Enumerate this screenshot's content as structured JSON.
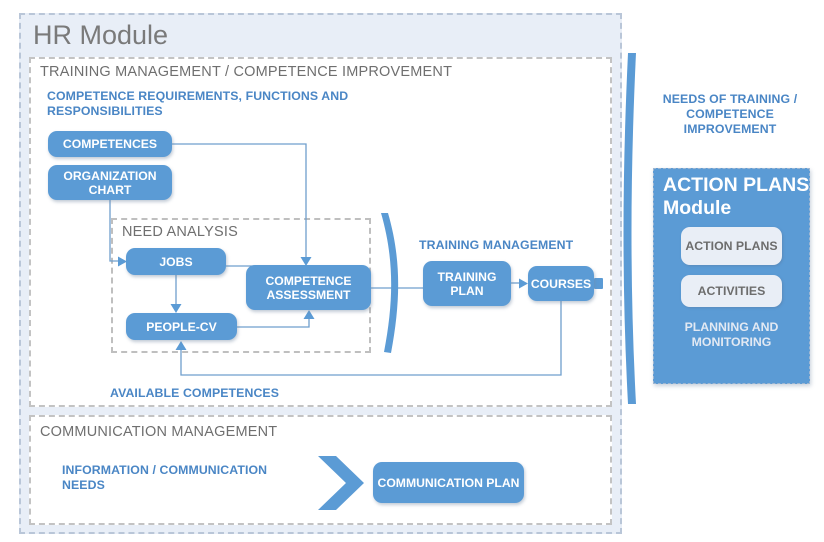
{
  "diagram": {
    "title": "HR Module",
    "panels": {
      "training": "TRAINING MANAGEMENT / COMPETENCE IMPROVEMENT",
      "communication": "COMMUNICATION MANAGEMENT",
      "need_analysis": "NEED ANALYSIS"
    },
    "captions": {
      "requirements": "COMPETENCE REQUIREMENTS, FUNCTIONS AND RESPONSIBILITIES",
      "training_management": "TRAINING MANAGEMENT",
      "available_competences": "AVAILABLE COMPETENCES",
      "needs_of_training": "NEEDS OF TRAINING / COMPETENCE IMPROVEMENT",
      "information_needs": "INFORMATION / COMMUNICATION NEEDS"
    },
    "nodes": {
      "competences": "COMPETENCES",
      "organization_chart": "ORGANIZATION CHART",
      "jobs": "JOBS",
      "people_cv": "PEOPLE-CV",
      "competence_assessment": "COMPETENCE ASSESSMENT",
      "training_plan": "TRAINING PLAN",
      "courses": "COURSES",
      "communication_plan": "COMMUNICATION PLAN"
    },
    "action_plans_module": {
      "title_line1": "ACTION PLANS",
      "title_line2": "Module",
      "chips": [
        "ACTION PLANS",
        "ACTIVITIES"
      ],
      "footer": "PLANNING AND MONITORING"
    },
    "colors": {
      "accent_blue": "#5B9BD5",
      "panel_bg": "#E8EEF7",
      "caption_blue": "#4A86C5",
      "title_gray": "#7A7A7A",
      "chip_gray": "#E9EEF6"
    }
  }
}
